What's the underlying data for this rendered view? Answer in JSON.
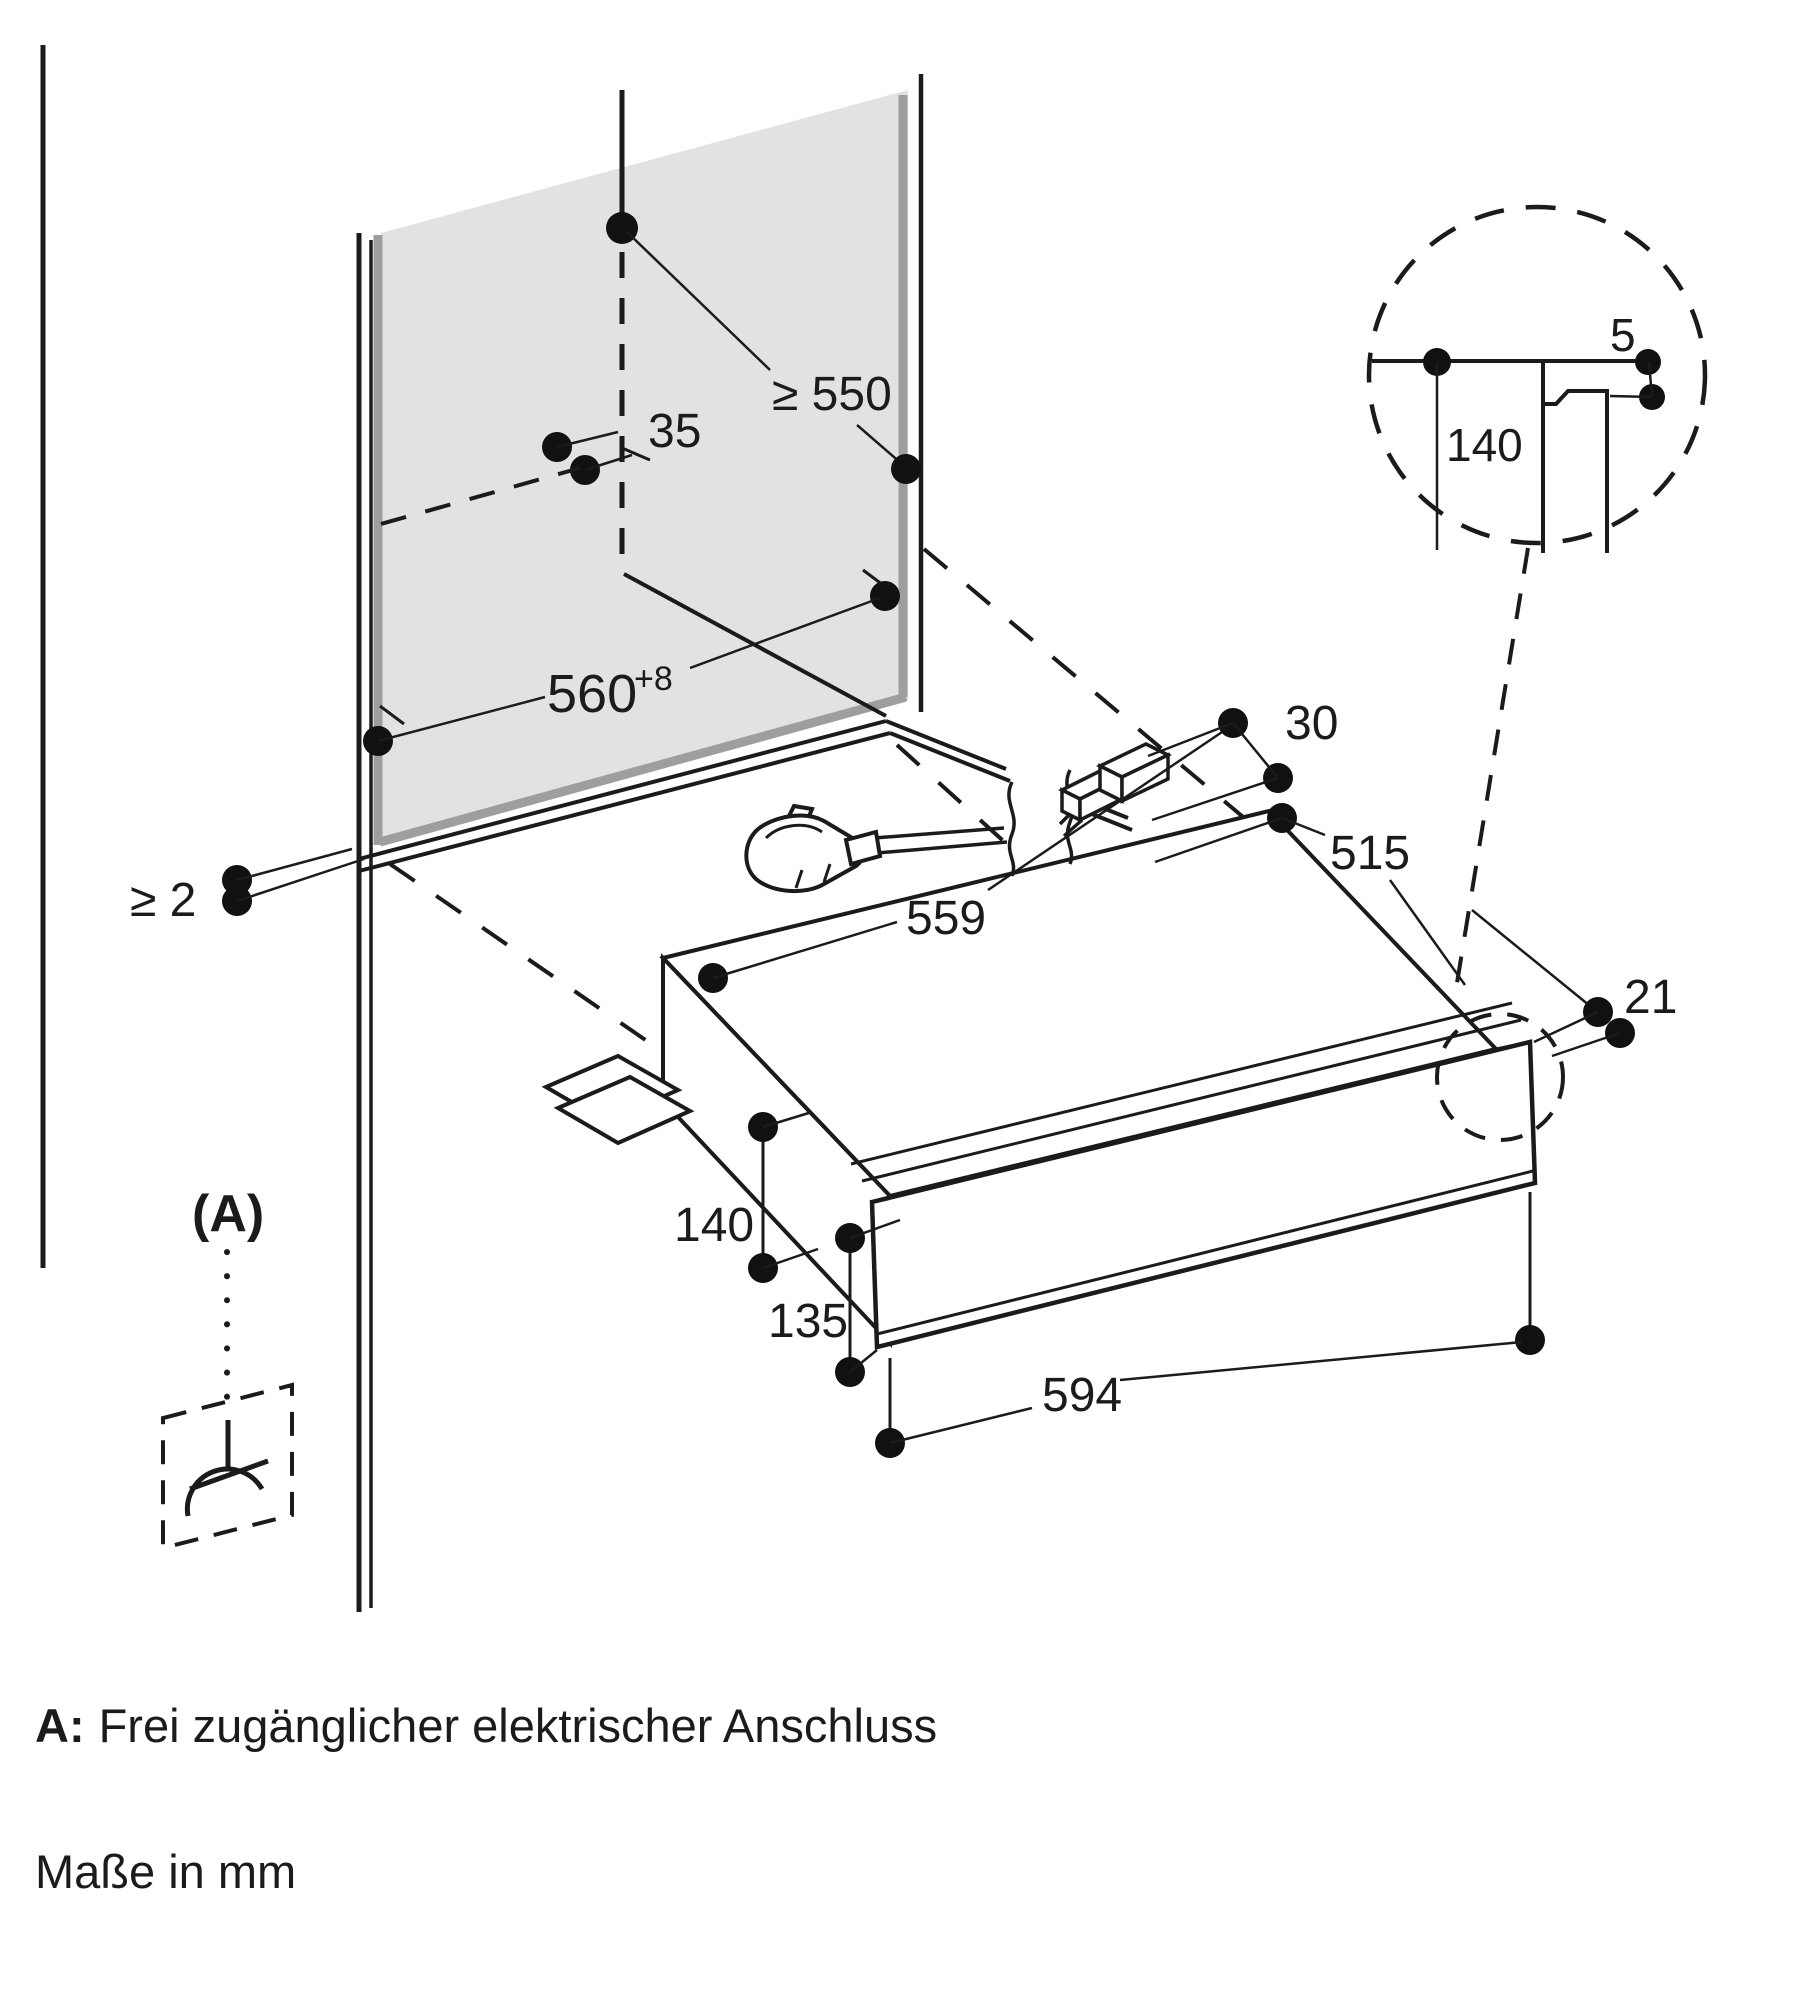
{
  "diagram": {
    "niche": {
      "depth_min": "≥ 550",
      "rear_offset": "35",
      "width": "560",
      "width_tolerance": "+8",
      "side_clearance_min": "≥ 2"
    },
    "appliance": {
      "top_clearance": "30",
      "depth": "515",
      "front_overhang": "21",
      "body_width": "559",
      "body_height": "140",
      "front_panel_height": "135",
      "front_panel_width": "594"
    },
    "detail": {
      "front_gap": "5",
      "panel_height": "140"
    },
    "marker_a": "(A)"
  },
  "legend": {
    "key": "A:",
    "text": "Frei zugänglicher elektrischer Anschluss",
    "units": "Maße in mm"
  }
}
